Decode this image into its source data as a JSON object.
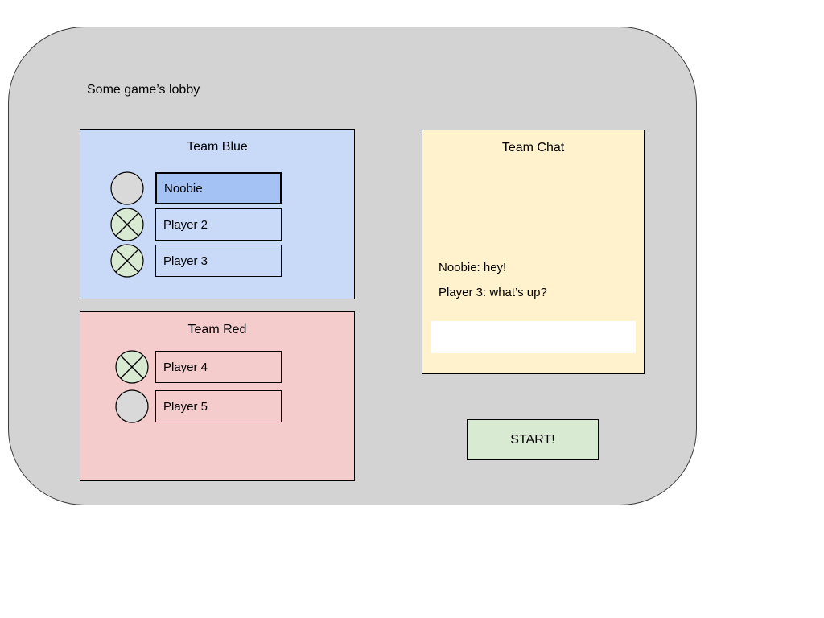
{
  "lobby": {
    "title": "Some game’s lobby"
  },
  "teams": [
    {
      "id": "blue",
      "title": "Team Blue",
      "panel_color": "#c9daf8",
      "players": [
        {
          "name": "Noobie",
          "ready": false,
          "selected": true
        },
        {
          "name": "Player 2",
          "ready": true,
          "selected": false
        },
        {
          "name": "Player 3",
          "ready": true,
          "selected": false
        }
      ]
    },
    {
      "id": "red",
      "title": "Team Red",
      "panel_color": "#f4cccc",
      "players": [
        {
          "name": "Player 4",
          "ready": true,
          "selected": false
        },
        {
          "name": "Player 5",
          "ready": false,
          "selected": false
        }
      ]
    }
  ],
  "chat": {
    "title": "Team Chat",
    "messages": [
      "Noobie: hey!",
      "Player 3: what’s up?"
    ],
    "input_value": "",
    "panel_color": "#fff2cc"
  },
  "start_button": {
    "label": "START!",
    "color": "#d9ead3"
  },
  "icons": {
    "ready": "crossed-circle",
    "not_ready": "empty-circle"
  },
  "colors": {
    "window_bg": "#d3d3d3",
    "selected_slot": "#a4c2f4",
    "ready_circle": "#d9ead3",
    "idle_circle": "#d9d9d9"
  }
}
